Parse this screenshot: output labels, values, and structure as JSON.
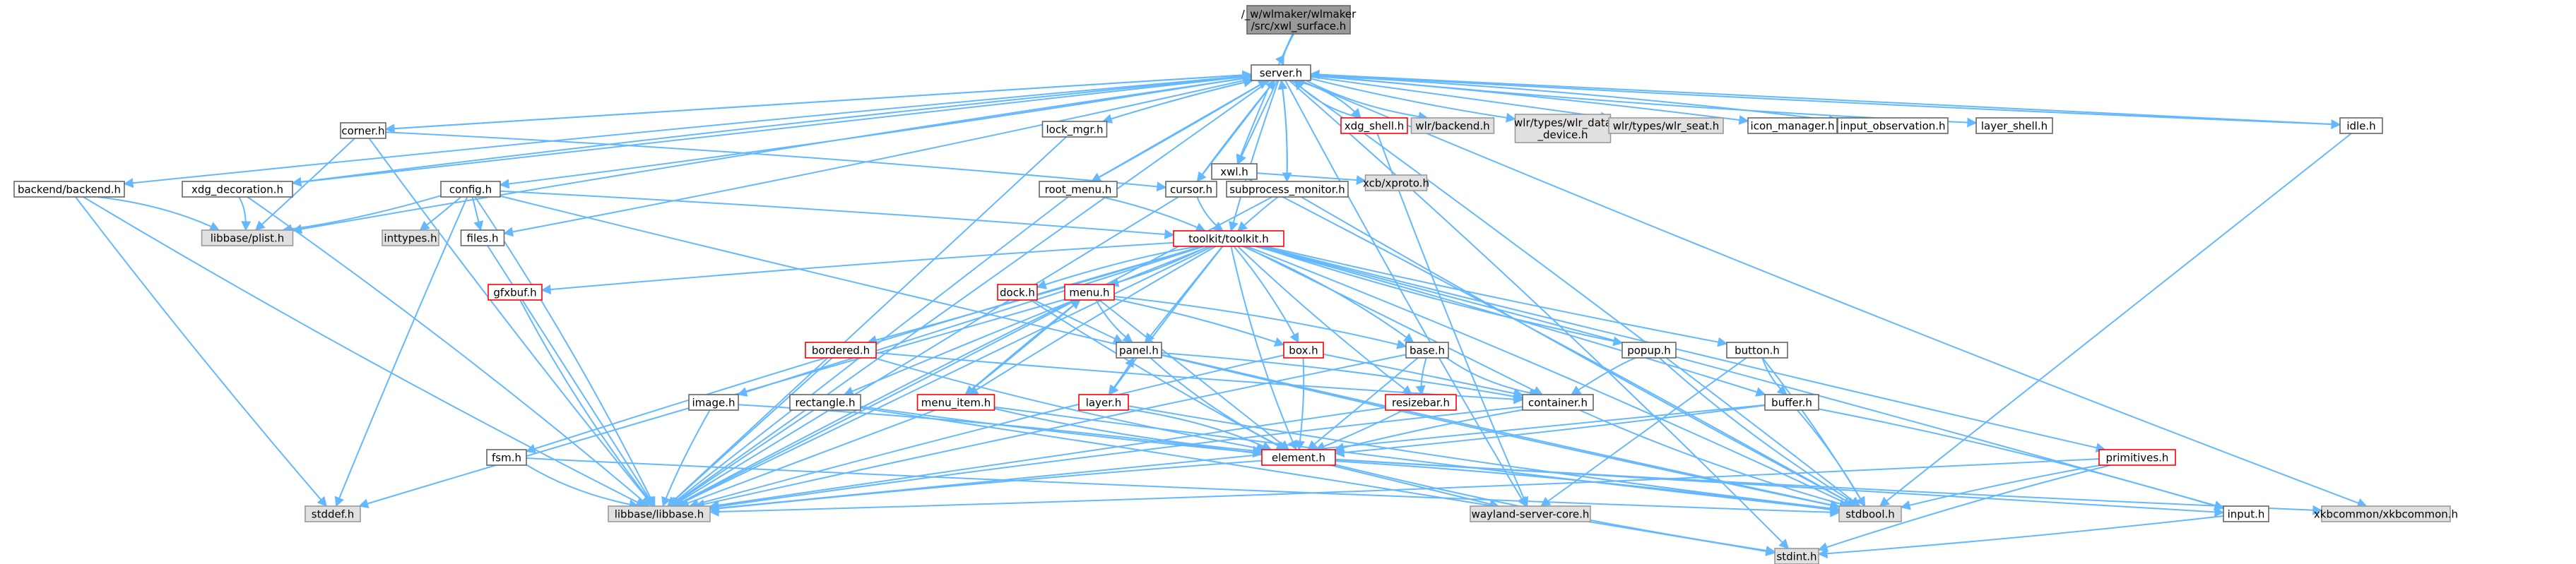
{
  "diagram": {
    "type": "include-dependency-graph",
    "colors": {
      "edge": "#63b8ff",
      "node_border": "#666666",
      "node_border_incomplete": "#ff0000",
      "node_external_fill": "#e0e0e0",
      "node_root_fill": "#999999"
    },
    "nodes": [
      {
        "id": "root",
        "label": [
          "/_w/wlmaker/wlmaker",
          "/src/xwl_surface.h"
        ],
        "style": "dark"
      },
      {
        "id": "server",
        "label": [
          "server.h"
        ],
        "style": "normal"
      },
      {
        "id": "xwl",
        "label": [
          "xwl.h"
        ],
        "style": "normal"
      },
      {
        "id": "xcb",
        "label": [
          "xcb/xproto.h"
        ],
        "style": "grey"
      },
      {
        "id": "corner",
        "label": [
          "corner.h"
        ],
        "style": "normal"
      },
      {
        "id": "lock_mgr",
        "label": [
          "lock_mgr.h"
        ],
        "style": "normal"
      },
      {
        "id": "xdg_shell",
        "label": [
          "xdg_shell.h"
        ],
        "style": "red"
      },
      {
        "id": "wlr_backend",
        "label": [
          "wlr/backend.h"
        ],
        "style": "grey"
      },
      {
        "id": "wlr_data_device",
        "label": [
          "wlr/types/wlr_data",
          "_device.h"
        ],
        "style": "grey"
      },
      {
        "id": "wlr_seat",
        "label": [
          "wlr/types/wlr_seat.h"
        ],
        "style": "grey"
      },
      {
        "id": "icon_manager",
        "label": [
          "icon_manager.h"
        ],
        "style": "normal"
      },
      {
        "id": "input_observation",
        "label": [
          "input_observation.h"
        ],
        "style": "normal"
      },
      {
        "id": "layer_shell",
        "label": [
          "layer_shell.h"
        ],
        "style": "normal"
      },
      {
        "id": "idle",
        "label": [
          "idle.h"
        ],
        "style": "normal"
      },
      {
        "id": "backend",
        "label": [
          "backend/backend.h"
        ],
        "style": "normal"
      },
      {
        "id": "xdg_decoration",
        "label": [
          "xdg_decoration.h"
        ],
        "style": "normal"
      },
      {
        "id": "config",
        "label": [
          "config.h"
        ],
        "style": "normal"
      },
      {
        "id": "root_menu",
        "label": [
          "root_menu.h"
        ],
        "style": "normal"
      },
      {
        "id": "cursor",
        "label": [
          "cursor.h"
        ],
        "style": "normal"
      },
      {
        "id": "subprocess_monitor",
        "label": [
          "subprocess_monitor.h"
        ],
        "style": "normal"
      },
      {
        "id": "plist",
        "label": [
          "libbase/plist.h"
        ],
        "style": "grey"
      },
      {
        "id": "inttypes",
        "label": [
          "inttypes.h"
        ],
        "style": "grey"
      },
      {
        "id": "files",
        "label": [
          "files.h"
        ],
        "style": "normal"
      },
      {
        "id": "toolkit",
        "label": [
          "toolkit/toolkit.h"
        ],
        "style": "red"
      },
      {
        "id": "gfxbuf",
        "label": [
          "gfxbuf.h"
        ],
        "style": "red"
      },
      {
        "id": "dock",
        "label": [
          "dock.h"
        ],
        "style": "red"
      },
      {
        "id": "menu",
        "label": [
          "menu.h"
        ],
        "style": "red"
      },
      {
        "id": "bordered",
        "label": [
          "bordered.h"
        ],
        "style": "red"
      },
      {
        "id": "panel",
        "label": [
          "panel.h"
        ],
        "style": "normal"
      },
      {
        "id": "box",
        "label": [
          "box.h"
        ],
        "style": "red"
      },
      {
        "id": "base",
        "label": [
          "base.h"
        ],
        "style": "normal"
      },
      {
        "id": "popup",
        "label": [
          "popup.h"
        ],
        "style": "normal"
      },
      {
        "id": "button",
        "label": [
          "button.h"
        ],
        "style": "normal"
      },
      {
        "id": "image",
        "label": [
          "image.h"
        ],
        "style": "normal"
      },
      {
        "id": "rectangle",
        "label": [
          "rectangle.h"
        ],
        "style": "normal"
      },
      {
        "id": "menu_item",
        "label": [
          "menu_item.h"
        ],
        "style": "red"
      },
      {
        "id": "layer",
        "label": [
          "layer.h"
        ],
        "style": "red"
      },
      {
        "id": "resizebar",
        "label": [
          "resizebar.h"
        ],
        "style": "red"
      },
      {
        "id": "container",
        "label": [
          "container.h"
        ],
        "style": "normal"
      },
      {
        "id": "buffer",
        "label": [
          "buffer.h"
        ],
        "style": "normal"
      },
      {
        "id": "fsm",
        "label": [
          "fsm.h"
        ],
        "style": "normal"
      },
      {
        "id": "element",
        "label": [
          "element.h"
        ],
        "style": "red"
      },
      {
        "id": "primitives",
        "label": [
          "primitives.h"
        ],
        "style": "red"
      },
      {
        "id": "stddef",
        "label": [
          "stddef.h"
        ],
        "style": "grey"
      },
      {
        "id": "libbase",
        "label": [
          "libbase/libbase.h"
        ],
        "style": "grey"
      },
      {
        "id": "wayland",
        "label": [
          "wayland-server-core.h"
        ],
        "style": "grey"
      },
      {
        "id": "stdbool",
        "label": [
          "stdbool.h"
        ],
        "style": "grey"
      },
      {
        "id": "input",
        "label": [
          "input.h"
        ],
        "style": "normal"
      },
      {
        "id": "xkbcommon",
        "label": [
          "xkbcommon/xkbcommon.h"
        ],
        "style": "grey"
      },
      {
        "id": "stdint",
        "label": [
          "stdint.h"
        ],
        "style": "grey"
      }
    ],
    "edges": [
      [
        "root",
        "server"
      ],
      [
        "root",
        "xwl"
      ],
      [
        "server",
        "corner"
      ],
      [
        "server",
        "lock_mgr"
      ],
      [
        "server",
        "xdg_shell"
      ],
      [
        "server",
        "wlr_backend"
      ],
      [
        "server",
        "wlr_data_device"
      ],
      [
        "server",
        "wlr_seat"
      ],
      [
        "server",
        "icon_manager"
      ],
      [
        "server",
        "input_observation"
      ],
      [
        "server",
        "layer_shell"
      ],
      [
        "server",
        "idle"
      ],
      [
        "server",
        "xwl"
      ],
      [
        "server",
        "backend"
      ],
      [
        "server",
        "xdg_decoration"
      ],
      [
        "server",
        "config"
      ],
      [
        "server",
        "root_menu"
      ],
      [
        "server",
        "cursor"
      ],
      [
        "server",
        "subprocess_monitor"
      ],
      [
        "server",
        "plist"
      ],
      [
        "server",
        "files"
      ],
      [
        "server",
        "toolkit"
      ],
      [
        "server",
        "libbase"
      ],
      [
        "server",
        "stdbool"
      ],
      [
        "server",
        "stdint"
      ],
      [
        "server",
        "xkbcommon"
      ],
      [
        "server",
        "wayland"
      ],
      [
        "xwl",
        "xcb"
      ],
      [
        "xwl",
        "stdbool"
      ],
      [
        "corner",
        "cursor"
      ],
      [
        "corner",
        "plist"
      ],
      [
        "corner",
        "libbase"
      ],
      [
        "corner",
        "server"
      ],
      [
        "lock_mgr",
        "server"
      ],
      [
        "lock_mgr",
        "libbase"
      ],
      [
        "xdg_shell",
        "server"
      ],
      [
        "xdg_shell",
        "wayland"
      ],
      [
        "idle",
        "server"
      ],
      [
        "idle",
        "stdbool"
      ],
      [
        "backend",
        "plist"
      ],
      [
        "backend",
        "libbase"
      ],
      [
        "backend",
        "stddef"
      ],
      [
        "xdg_decoration",
        "server"
      ],
      [
        "xdg_decoration",
        "plist"
      ],
      [
        "xdg_decoration",
        "libbase"
      ],
      [
        "config",
        "plist"
      ],
      [
        "config",
        "inttypes"
      ],
      [
        "config",
        "files"
      ],
      [
        "config",
        "toolkit"
      ],
      [
        "config",
        "libbase"
      ],
      [
        "config",
        "stdbool"
      ],
      [
        "config",
        "stddef"
      ],
      [
        "root_menu",
        "server"
      ],
      [
        "root_menu",
        "toolkit"
      ],
      [
        "root_menu",
        "libbase"
      ],
      [
        "cursor",
        "server"
      ],
      [
        "cursor",
        "toolkit"
      ],
      [
        "cursor",
        "libbase"
      ],
      [
        "subprocess_monitor",
        "server"
      ],
      [
        "subprocess_monitor",
        "toolkit"
      ],
      [
        "subprocess_monitor",
        "libbase"
      ],
      [
        "subprocess_monitor",
        "stdbool"
      ],
      [
        "files",
        "libbase"
      ],
      [
        "toolkit",
        "gfxbuf"
      ],
      [
        "toolkit",
        "dock"
      ],
      [
        "toolkit",
        "menu"
      ],
      [
        "toolkit",
        "bordered"
      ],
      [
        "toolkit",
        "panel"
      ],
      [
        "toolkit",
        "box"
      ],
      [
        "toolkit",
        "base"
      ],
      [
        "toolkit",
        "popup"
      ],
      [
        "toolkit",
        "button"
      ],
      [
        "toolkit",
        "image"
      ],
      [
        "toolkit",
        "rectangle"
      ],
      [
        "toolkit",
        "menu_item"
      ],
      [
        "toolkit",
        "layer"
      ],
      [
        "toolkit",
        "resizebar"
      ],
      [
        "toolkit",
        "container"
      ],
      [
        "toolkit",
        "buffer"
      ],
      [
        "toolkit",
        "fsm"
      ],
      [
        "toolkit",
        "element"
      ],
      [
        "toolkit",
        "primitives"
      ],
      [
        "toolkit",
        "libbase"
      ],
      [
        "toolkit",
        "input"
      ],
      [
        "toolkit",
        "stdbool"
      ],
      [
        "gfxbuf",
        "libbase"
      ],
      [
        "dock",
        "element"
      ],
      [
        "dock",
        "panel"
      ],
      [
        "menu",
        "box"
      ],
      [
        "menu",
        "base"
      ],
      [
        "menu",
        "menu_item"
      ],
      [
        "menu",
        "panel"
      ],
      [
        "menu",
        "element"
      ],
      [
        "menu",
        "stddef"
      ],
      [
        "menu",
        "libbase"
      ],
      [
        "bordered",
        "element"
      ],
      [
        "bordered",
        "container"
      ],
      [
        "bordered",
        "libbase"
      ],
      [
        "panel",
        "layer"
      ],
      [
        "panel",
        "container"
      ],
      [
        "panel",
        "element"
      ],
      [
        "panel",
        "stdbool"
      ],
      [
        "box",
        "container"
      ],
      [
        "box",
        "element"
      ],
      [
        "box",
        "libbase"
      ],
      [
        "base",
        "container"
      ],
      [
        "base",
        "resizebar"
      ],
      [
        "base",
        "element"
      ],
      [
        "base",
        "libbase"
      ],
      [
        "popup",
        "container"
      ],
      [
        "popup",
        "stdbool"
      ],
      [
        "button",
        "buffer"
      ],
      [
        "button",
        "wayland"
      ],
      [
        "button",
        "stdbool"
      ],
      [
        "image",
        "element"
      ],
      [
        "image",
        "libbase"
      ],
      [
        "rectangle",
        "element"
      ],
      [
        "rectangle",
        "libbase"
      ],
      [
        "rectangle",
        "stdint"
      ],
      [
        "menu_item",
        "menu"
      ],
      [
        "menu_item",
        "element"
      ],
      [
        "menu_item",
        "stdbool"
      ],
      [
        "menu_item",
        "libbase"
      ],
      [
        "layer",
        "panel"
      ],
      [
        "layer",
        "element"
      ],
      [
        "layer",
        "stdbool"
      ],
      [
        "resizebar",
        "element"
      ],
      [
        "resizebar",
        "libbase"
      ],
      [
        "container",
        "element"
      ],
      [
        "container",
        "libbase"
      ],
      [
        "container",
        "stdbool"
      ],
      [
        "buffer",
        "element"
      ],
      [
        "buffer",
        "libbase"
      ],
      [
        "buffer",
        "stdbool"
      ],
      [
        "buffer",
        "input"
      ],
      [
        "fsm",
        "libbase"
      ],
      [
        "fsm",
        "stdbool"
      ],
      [
        "element",
        "wayland"
      ],
      [
        "element",
        "libbase"
      ],
      [
        "element",
        "stdbool"
      ],
      [
        "element",
        "stdint"
      ],
      [
        "element",
        "xkbcommon"
      ],
      [
        "element",
        "input"
      ],
      [
        "primitives",
        "stdbool"
      ],
      [
        "primitives",
        "stdint"
      ],
      [
        "primitives",
        "libbase"
      ],
      [
        "input",
        "stdint"
      ]
    ]
  }
}
